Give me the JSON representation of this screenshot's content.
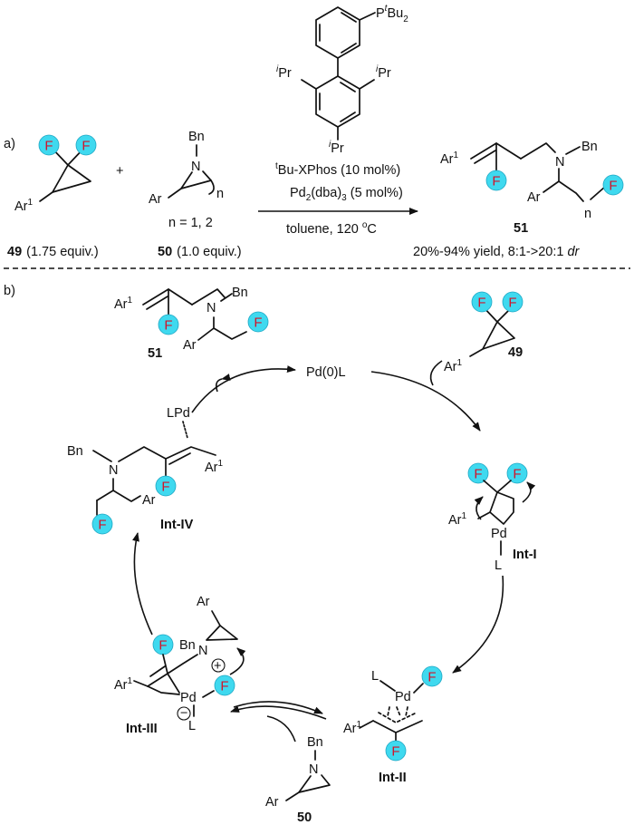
{
  "panel_a": {
    "label": "a)",
    "plus": "+",
    "reactant1": {
      "ar": "Ar",
      "ar_sup": "1",
      "f": "F",
      "number": "49",
      "equiv": "(1.75 equiv.)"
    },
    "reactant2": {
      "bn": "Bn",
      "n_atom": "N",
      "ar": "Ar",
      "n_sub": "n",
      "n_values": "n = 1, 2",
      "number": "50",
      "equiv": "(1.0 equiv.)"
    },
    "ligand": {
      "p_label": "P",
      "p_sup": "t",
      "bu": "Bu",
      "bu_sub": "2",
      "ipr": "Pr",
      "ipr_sup": "i"
    },
    "conditions": {
      "line1_sup": "t",
      "line1": "Bu-XPhos (10 mol%)",
      "line2_a": "Pd",
      "line2_sub1": "2",
      "line2_b": "(dba)",
      "line2_sub2": "3",
      "line2_c": " (5 mol%)",
      "line3_a": "toluene, 120 ",
      "line3_sup": "o",
      "line3_b": "C"
    },
    "product": {
      "ar1": "Ar",
      "ar1_sup": "1",
      "n_atom": "N",
      "bn": "Bn",
      "ar": "Ar",
      "f": "F",
      "n_sub": "n",
      "number": "51",
      "yield": "20%-94% yield, 8:1->20:1 ",
      "dr": "dr"
    }
  },
  "panel_b": {
    "label": "b)",
    "pd0": "Pd(0)L",
    "compound_51": "51",
    "compound_49": "49",
    "compound_50": "50",
    "int1": "Int-I",
    "int2": "Int-II",
    "int3": "Int-III",
    "int4": "Int-IV",
    "atoms": {
      "ar": "Ar",
      "sup1": "1",
      "bn": "Bn",
      "n": "N",
      "f": "F",
      "pd": "Pd",
      "l": "L",
      "lpd": "LPd",
      "plus": "+",
      "minus": "−"
    }
  }
}
